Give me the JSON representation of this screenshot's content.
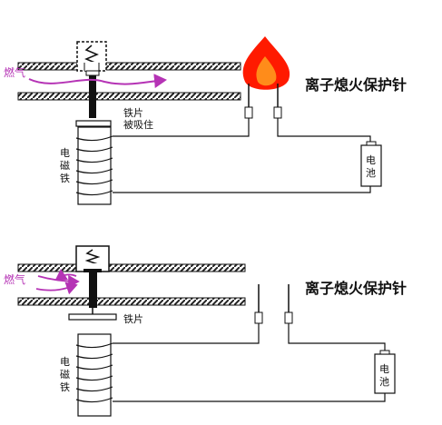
{
  "colors": {
    "gas": "#b533b5",
    "line": "#111111",
    "flame_outer": "#ff1a00",
    "flame_inner": "#ff8c1a",
    "hatch": "#222222"
  },
  "diagram_top": {
    "gas_label": "燃气",
    "iron_label_line1": "铁片",
    "iron_label_line2": "被吸住",
    "coil_label": [
      "电",
      "磁",
      "铁"
    ],
    "battery_label": [
      "电",
      "池"
    ],
    "title": "离子熄火保护针"
  },
  "diagram_bottom": {
    "gas_label": "燃气",
    "iron_label": "铁片",
    "coil_label": [
      "电",
      "磁",
      "铁"
    ],
    "battery_label": [
      "电",
      "池"
    ],
    "title": "离子熄火保护针"
  }
}
